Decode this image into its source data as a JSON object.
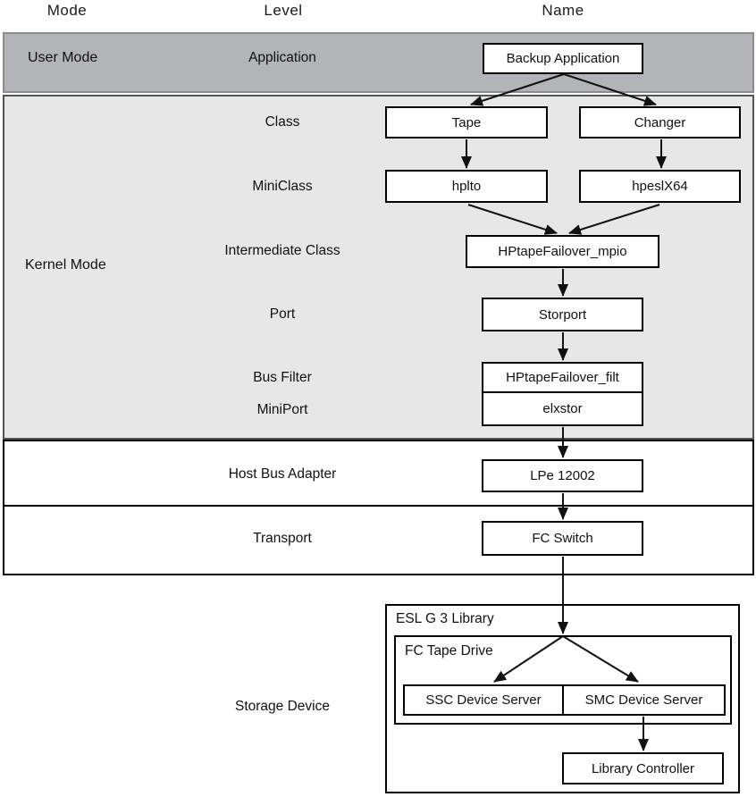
{
  "header": {
    "mode": "Mode",
    "level": "Level",
    "name": "Name"
  },
  "modes": {
    "user": "User Mode",
    "kernel": "Kernel Mode"
  },
  "levels": {
    "application": "Application",
    "class": "Class",
    "miniclass": "MiniClass",
    "intermediate_class": "Intermediate Class",
    "port": "Port",
    "bus_filter": "Bus Filter",
    "miniport": "MiniPort",
    "host_bus_adapter": "Host Bus Adapter",
    "transport": "Transport",
    "storage_device": "Storage Device"
  },
  "nodes": {
    "backup_application": "Backup Application",
    "tape": "Tape",
    "changer": "Changer",
    "hplto": "hplto",
    "hpeslx64": "hpeslX64",
    "hptapefailover_mpio": "HPtapeFailover_mpio",
    "storport": "Storport",
    "hptapefailover_filt": "HPtapeFailover_filt",
    "elxstor": "elxstor",
    "lpe_12002": "LPe 12002",
    "fc_switch": "FC Switch",
    "ssc_device_server": "SSC Device Server",
    "smc_device_server": "SMC Device Server",
    "library_controller": "Library Controller"
  },
  "containers": {
    "esl_library": "ESL G 3 Library",
    "fc_tape_drive": "FC Tape Drive"
  },
  "edges": [
    {
      "from": "backup_application",
      "to": "tape"
    },
    {
      "from": "backup_application",
      "to": "changer"
    },
    {
      "from": "tape",
      "to": "hplto"
    },
    {
      "from": "changer",
      "to": "hpeslx64"
    },
    {
      "from": "hplto",
      "to": "hptapefailover_mpio"
    },
    {
      "from": "hpeslx64",
      "to": "hptapefailover_mpio"
    },
    {
      "from": "hptapefailover_mpio",
      "to": "storport"
    },
    {
      "from": "storport",
      "to": "hptapefailover_filt"
    },
    {
      "from": "elxstor",
      "to": "lpe_12002"
    },
    {
      "from": "lpe_12002",
      "to": "fc_switch"
    },
    {
      "from": "fc_switch",
      "to": "fc_tape_drive"
    },
    {
      "from": "fc_tape_drive",
      "to": "ssc_device_server"
    },
    {
      "from": "fc_tape_drive",
      "to": "smc_device_server"
    },
    {
      "from": "smc_device_server",
      "to": "library_controller"
    }
  ],
  "colors": {
    "user_mode_band": "#b2b4b7",
    "kernel_mode_band": "#e7e7e8",
    "band_border_gray": "#8c8c8c",
    "box_border": "#000000",
    "box_fill": "#ffffff",
    "arrow": "#111111"
  }
}
